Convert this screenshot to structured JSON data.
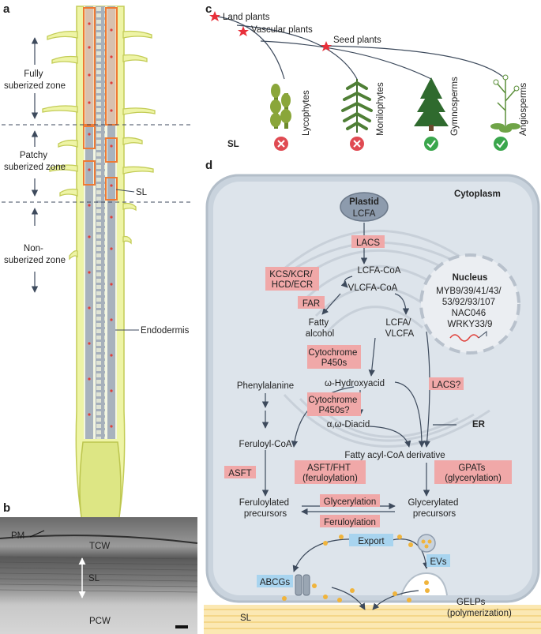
{
  "panels": {
    "a": "a",
    "b": "b",
    "c": "c",
    "d": "d"
  },
  "panel_a": {
    "zones": [
      "Fully suberized zone",
      "Patchy suberized zone",
      "Non-suberized zone"
    ],
    "zone_lines": [
      [
        "Fully",
        "suberized zone"
      ],
      [
        "Patchy",
        "suberized zone"
      ],
      [
        "Non-",
        "suberized zone"
      ]
    ],
    "sl_label": "SL",
    "endodermis_label": "Endodermis"
  },
  "panel_b": {
    "pm": "PM",
    "tcw": "TCW",
    "sl": "SL",
    "pcw": "PCW"
  },
  "panel_c": {
    "milestones": [
      "Land plants",
      "Vascular plants",
      "Seed plants"
    ],
    "taxa": [
      "Lycophytes",
      "Monilophytes",
      "Gymnosperms",
      "Angiosperms"
    ],
    "sl_row_label": "SL",
    "sl_presence": [
      false,
      false,
      true,
      true
    ],
    "colors": {
      "star": "#e8303a",
      "absent": "#e04a52",
      "present": "#3aa64c"
    }
  },
  "panel_d": {
    "plastid": "Plastid",
    "lcfa_top": "LCFA",
    "cytoplasm": "Cytoplasm",
    "lacs": "LACS",
    "lcfa_coa": "LCFA-CoA",
    "kcs_lines": [
      "KCS/KCR/",
      "HCD/ECR"
    ],
    "vlcfa_coa": "VLCFA-CoA",
    "far": "FAR",
    "fatty_alcohol": [
      "Fatty",
      "alcohol"
    ],
    "lcfa_vlcfa": [
      "LCFA/",
      "VLCFA"
    ],
    "cyp1": [
      "Cytochrome",
      "P450s"
    ],
    "nucleus": "Nucleus",
    "tf_lines": [
      "MYB9/39/41/43/",
      "53/92/93/107",
      "NAC046",
      "WRKY33/9"
    ],
    "lacs_q": "LACS?",
    "phenylalanine": "Phenylalanine",
    "hydroxyacid": "ω-Hydroxyacid",
    "cyp2": [
      "Cytochrome",
      "P450s?"
    ],
    "diacid": "α,ω-Diacid",
    "er": "ER",
    "feruloyl_coa": "Feruloyl-CoA",
    "fatty_acyl": "Fatty acyl-CoA derivative",
    "asft": "ASFT",
    "asft_fht": [
      "ASFT/FHT",
      "(feruloylation)"
    ],
    "gpats": [
      "GPATs",
      "(glycerylation)"
    ],
    "feruloylated": [
      "Feruloylated",
      "precursors"
    ],
    "glycerylation": "Glycerylation",
    "feruloylation": "Feruloylation",
    "glycerylated": [
      "Glycerylated",
      "precursors"
    ],
    "export": "Export",
    "evs": "EVs",
    "abcgs": "ABCGs",
    "gelps": [
      "GELPs",
      "(polymerization)"
    ],
    "sl": "SL",
    "colors": {
      "enzyme_box": "#f0a8a8",
      "transport_box": "#a8d4ef",
      "cell": "#c9d3dd",
      "cell_border": "#b3bec9"
    }
  }
}
